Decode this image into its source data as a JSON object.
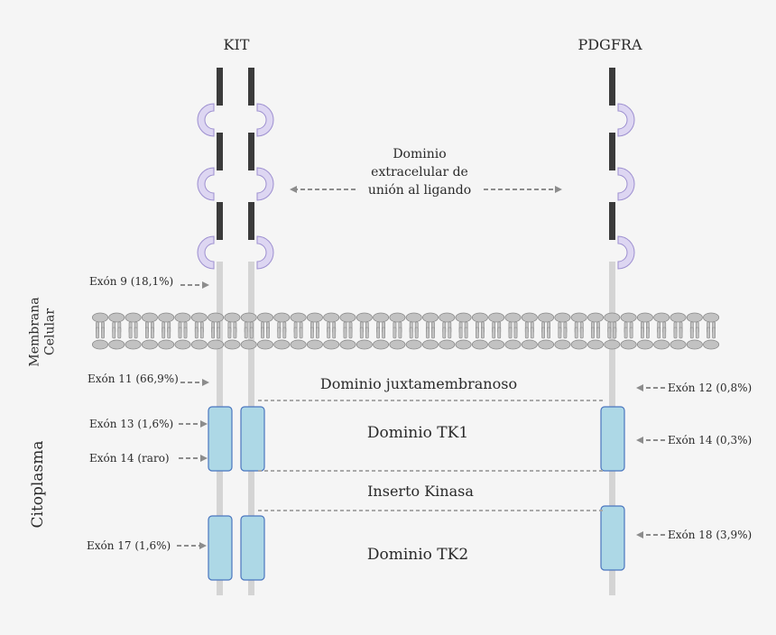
{
  "receptors": [
    "KIT",
    "PDGFRA"
  ],
  "colors": {
    "background": "#f5f5f5",
    "chain": "#d4d4d4",
    "ig_bar": "#3b3b3b",
    "ig_loop_fill": "#ddd6f2",
    "ig_loop_stroke": "#9d8fd0",
    "kinase_fill": "#add8e6",
    "kinase_stroke": "#4a76bf",
    "membrane_fill": "#c2c2c2",
    "membrane_stroke": "#888888",
    "arrow": "#8c8c8c",
    "text": "#2a2a2a"
  },
  "regions": {
    "membrane": "Membrana\nCelular",
    "cytoplasm": "Citoplasma"
  },
  "domains": {
    "extracellular": "Dominio\nextracelular de\nunión al ligando",
    "juxtamembrane": "Dominio juxtamembranoso",
    "tk1": "Dominio TK1",
    "kinase_insert": "Inserto Kinasa",
    "tk2": "Dominio TK2"
  },
  "exons_kit": [
    "Exón 9 (18,1%)",
    "Exón 11 (66,9%)",
    "Exón 13 (1,6%)",
    "Exón 14 (raro)",
    "Exón 17 (1,6%)"
  ],
  "exons_pdgfra": [
    "Exón 12 (0,8%)",
    "Exón 14 (0,3%)",
    "Exón 18 (3,9%)"
  ]
}
